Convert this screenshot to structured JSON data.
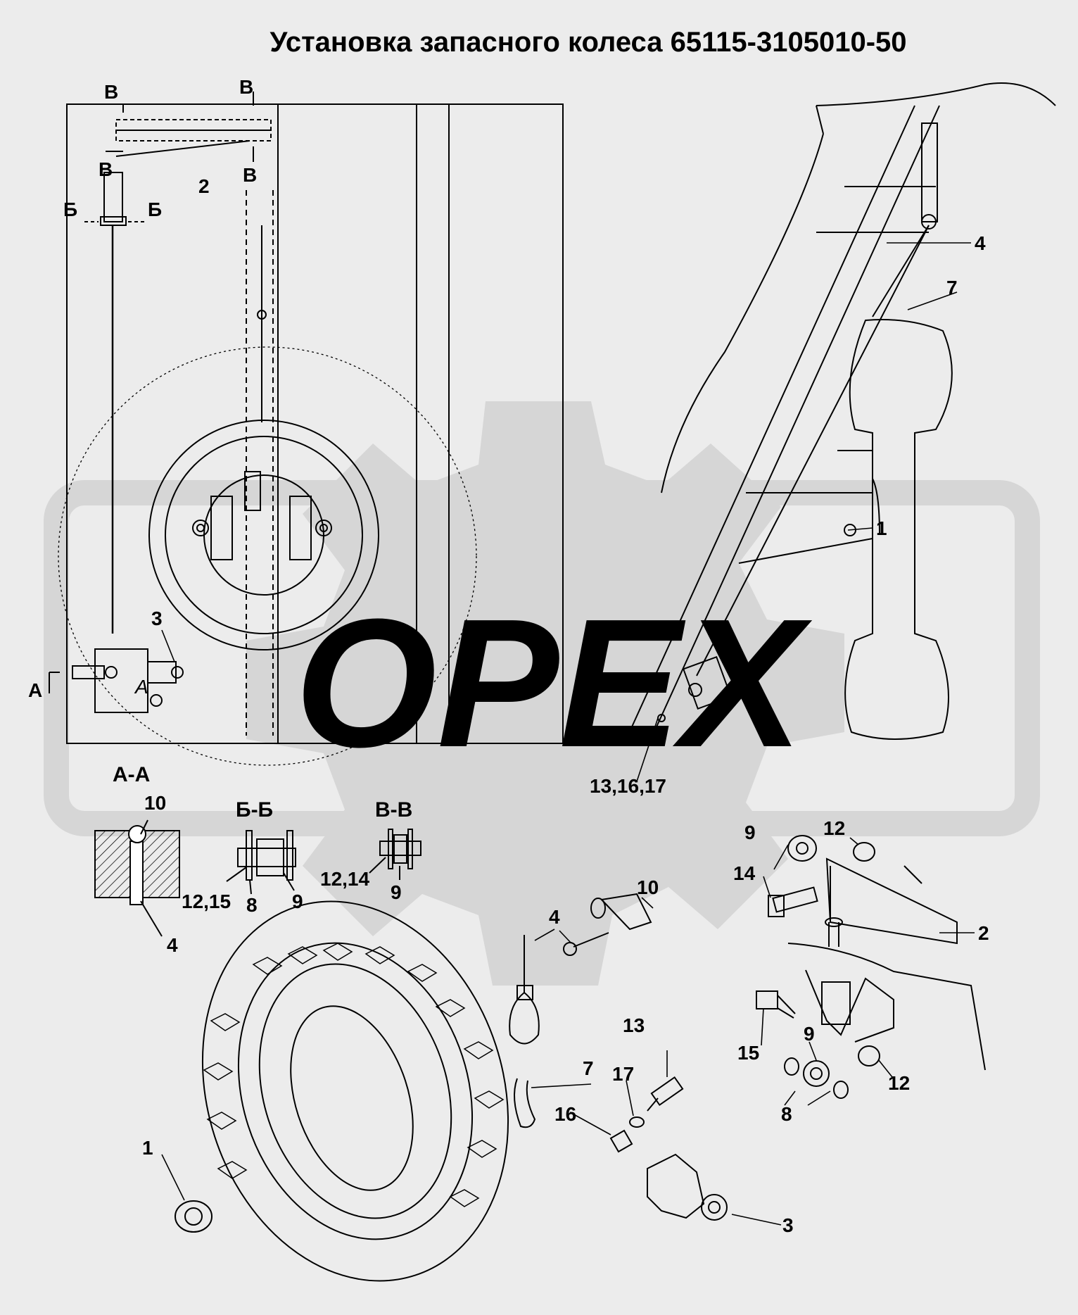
{
  "title": "Установка запасного колеса 65115-3105010-50",
  "watermark": "OPEX",
  "colors": {
    "background": "#ececec",
    "ink": "#000000",
    "watermark": "#d6d6d6"
  },
  "section_marks": {
    "A": "А",
    "B": "Б",
    "V": "В"
  },
  "sections": {
    "aa": "А-А",
    "bb": "Б-Б",
    "vv": "В-В"
  },
  "view_mark": "А",
  "labels": {
    "n1": "1",
    "n2": "2",
    "n3": "3",
    "n4": "4",
    "n7": "7",
    "n8": "8",
    "n9": "9",
    "n10": "10",
    "n12": "12",
    "n13": "13",
    "n14": "14",
    "n15": "15",
    "n16": "16",
    "n17": "17",
    "n13_16_17": "13,16,17",
    "n12_15": "12,15",
    "n12_14": "12,14"
  }
}
